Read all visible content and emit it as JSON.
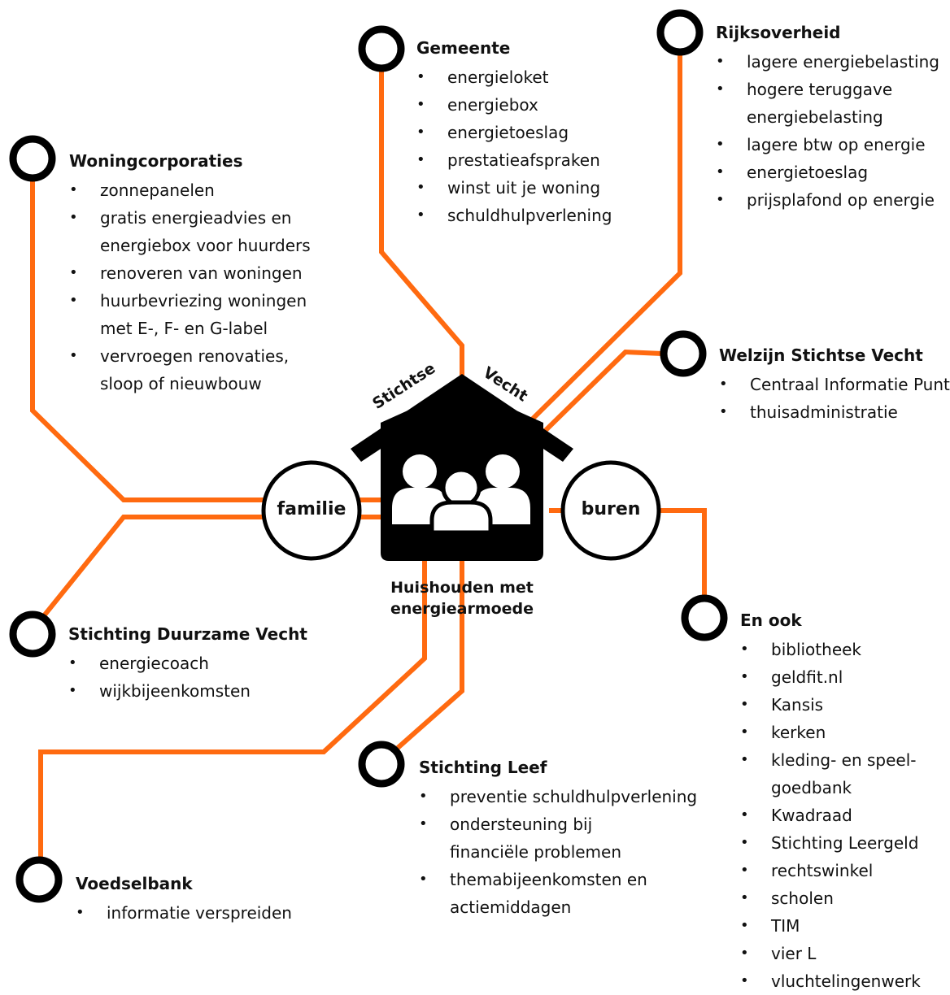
{
  "colors": {
    "line": "#ff6a10",
    "node": "#000000",
    "house": "#000000",
    "background": "#ffffff"
  },
  "house": {
    "roof_left": "Stichtse",
    "roof_right": "Vecht",
    "caption_line1": "Huishouden met",
    "caption_line2": "energiearmoede",
    "icon": "family-icon"
  },
  "hubs": {
    "left": "familie",
    "right": "buren"
  },
  "organizations": {
    "gemeente": {
      "title": "Gemeente",
      "items": [
        "energieloket",
        "energiebox",
        "energietoeslag",
        "prestatieafspraken",
        "winst uit je woning",
        "schuldhulpverlening"
      ]
    },
    "rijksoverheid": {
      "title": "Rijksoverheid",
      "items": [
        "lagere energiebelasting",
        "hogere teruggave energiebelasting",
        "lagere btw op energie",
        "energietoeslag",
        "prijsplafond op energie"
      ]
    },
    "woningcorporaties": {
      "title": "Woningcorporaties",
      "items": [
        "zonnepanelen",
        "gratis energieadvies en energiebox voor huurders",
        "renoveren van woningen",
        "huurbevriezing woningen met E-, F- en G-label",
        "vervroegen renovaties, sloop of nieuwbouw"
      ]
    },
    "welzijn": {
      "title": "Welzijn Stichtse Vecht",
      "items": [
        "Centraal Informatie Punt",
        "thuisadministratie"
      ]
    },
    "duurzame": {
      "title": "Stichting Duurzame Vecht",
      "items": [
        "energiecoach",
        "wijkbijeenkomsten"
      ]
    },
    "leef": {
      "title": "Stichting Leef",
      "items": [
        "preventie schuldhulpverlening",
        "ondersteuning bij financiële problemen",
        "themabijeenkomsten en actiemiddagen"
      ]
    },
    "voedselbank": {
      "title": "Voedselbank",
      "items": [
        "informatie verspreiden"
      ]
    },
    "enook": {
      "title": "En ook",
      "items": [
        "bibliotheek",
        "geldfit.nl",
        "Kansis",
        "kerken",
        "kleding- en speel- goedbank",
        "Kwadraad",
        "Stichting Leergeld",
        "rechtswinkel",
        "scholen",
        "TIM",
        "vier L",
        "vluchtelingenwerk"
      ]
    }
  }
}
